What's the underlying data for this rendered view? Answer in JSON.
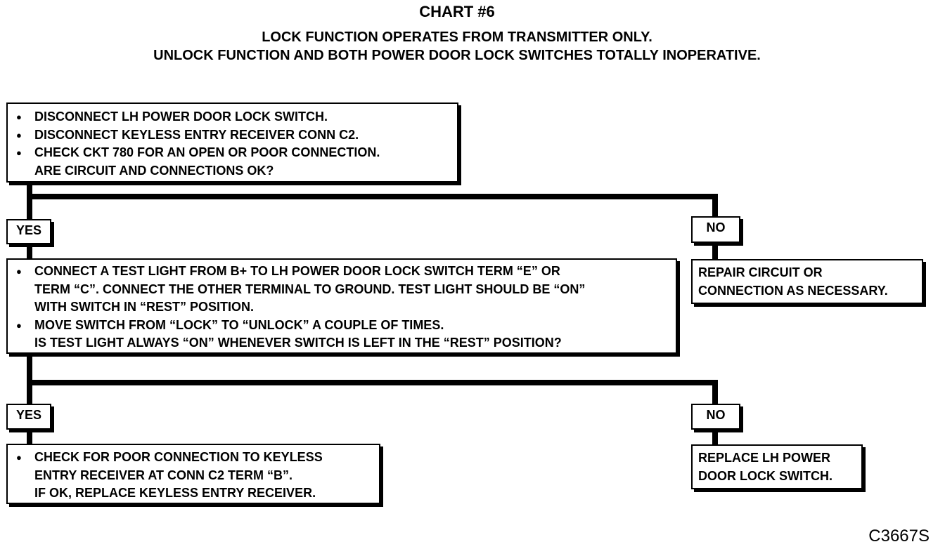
{
  "header": {
    "title": "CHART #6",
    "subtitle_line1": "LOCK FUNCTION OPERATES FROM TRANSMITTER ONLY.",
    "subtitle_line2": "UNLOCK FUNCTION AND BOTH POWER DOOR LOCK SWITCHES TOTALLY INOPERATIVE."
  },
  "step1": {
    "bullets": [
      "DISCONNECT LH POWER DOOR LOCK SWITCH.",
      "DISCONNECT KEYLESS ENTRY RECEIVER CONN C2.",
      "CHECK CKT 780 FOR AN OPEN OR POOR CONNECTION."
    ],
    "question": "ARE CIRCUIT AND CONNECTIONS OK?"
  },
  "branch1": {
    "yes": "YES",
    "no": "NO"
  },
  "repair1": {
    "line1": "REPAIR CIRCUIT OR",
    "line2": "CONNECTION AS NECESSARY."
  },
  "step2": {
    "bullet1": [
      "CONNECT A TEST LIGHT FROM B+ TO LH POWER DOOR LOCK SWITCH TERM “E” OR",
      "TERM “C”. CONNECT THE OTHER TERMINAL TO GROUND. TEST LIGHT SHOULD BE “ON”",
      "WITH SWITCH IN “REST” POSITION."
    ],
    "bullet2": "MOVE SWITCH FROM “LOCK” TO “UNLOCK” A COUPLE OF TIMES.",
    "question": "IS TEST LIGHT ALWAYS “ON” WHENEVER SWITCH IS LEFT IN THE “REST” POSITION?"
  },
  "branch2": {
    "yes": "YES",
    "no": "NO"
  },
  "step3": {
    "line1": "CHECK FOR POOR CONNECTION TO KEYLESS",
    "line2": "ENTRY RECEIVER AT CONN C2 TERM “B”.",
    "line3": "IF OK, REPLACE KEYLESS ENTRY RECEIVER."
  },
  "replace": {
    "line1": "REPLACE LH POWER",
    "line2": "DOOR LOCK SWITCH."
  },
  "figure_code": "C3667S"
}
